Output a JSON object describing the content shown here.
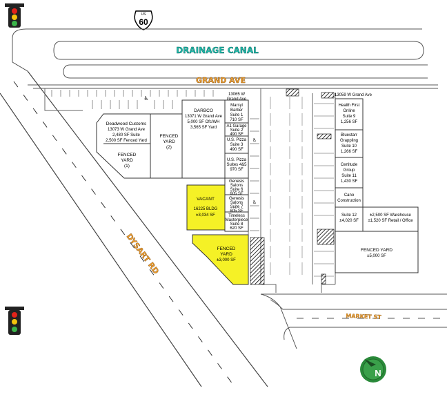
{
  "highway_shield": {
    "label": "US",
    "number": "60"
  },
  "roads": {
    "drainage_canal": "DRAINAGE CANAL",
    "grand_ave": "GRAND AVE",
    "dysart_rd": "DYSART RD",
    "market_st": "MARKET ST"
  },
  "colors": {
    "vacant": "#f5f126",
    "road_label_teal": "#1fb8a8",
    "road_label_orange": "#f0a030",
    "compass_green": "#2a8a3a"
  },
  "compass": {
    "label": "N"
  },
  "units": {
    "deadwood": [
      "Deadwood Customs",
      "13073 W Grand Ave",
      "2,480 SF Suite",
      "2,500 SF Fenced Yard"
    ],
    "fenced_yard_1": [
      "FENCED",
      "YARD",
      "(1)"
    ],
    "fenced_yard_2": [
      "FENCED",
      "YARD",
      "(2)"
    ],
    "darbco": [
      "DARBCO",
      "13071 W Grand Ave",
      "5,000 SF Ofc/WH",
      "3,565 SF Yard"
    ],
    "addr_13065": [
      "13065 W",
      "Grand Ave"
    ],
    "marsyl": [
      "Marsyl",
      "Barber",
      "Suite 1",
      "710 SF"
    ],
    "a1_garage": [
      "A1 Garage",
      "Suite 2",
      "490 SF"
    ],
    "us_pizza_3": [
      "U.S. Pizza",
      "Suite 3",
      "490 SF"
    ],
    "us_pizza_45": [
      "U.S. Pizza",
      "Suites 4&5",
      "970 SF"
    ],
    "genesis_6": [
      "Genesis",
      "Salons",
      "Suite 6",
      "605 SF"
    ],
    "genesis_7": [
      "Genesis",
      "Salons",
      "Suite 7",
      "605 SF"
    ],
    "timeless": [
      "Timeless",
      "Masterpiece",
      "Suite 8",
      "620 SF"
    ],
    "vacant": [
      "VACANT",
      "16225 BLDG",
      "±3,034 SF"
    ],
    "fenced_yard_vacant": [
      "FENCED",
      "YARD",
      "±3,000 SF"
    ],
    "addr_13059": "13059 W Grand Ave",
    "health_first": [
      "Health First",
      "Online",
      "Suite 9",
      "1,256 SF"
    ],
    "bluestarr": [
      "Bluestarr",
      "Grappling",
      "Suite 10",
      "1,266 SF"
    ],
    "certitude": [
      "Certitude",
      "Group",
      "Suite 11",
      "1,430 SF"
    ],
    "cano": [
      "Cano",
      "Construction"
    ],
    "suite_12": [
      "Suite 12",
      "±4,020 SF"
    ],
    "warehouse": [
      "±2,500 SF Warehouse",
      "±1,520 SF Retail / Office"
    ],
    "fenced_yard_east": [
      "FENCED YARD",
      "±5,000 SF"
    ]
  }
}
